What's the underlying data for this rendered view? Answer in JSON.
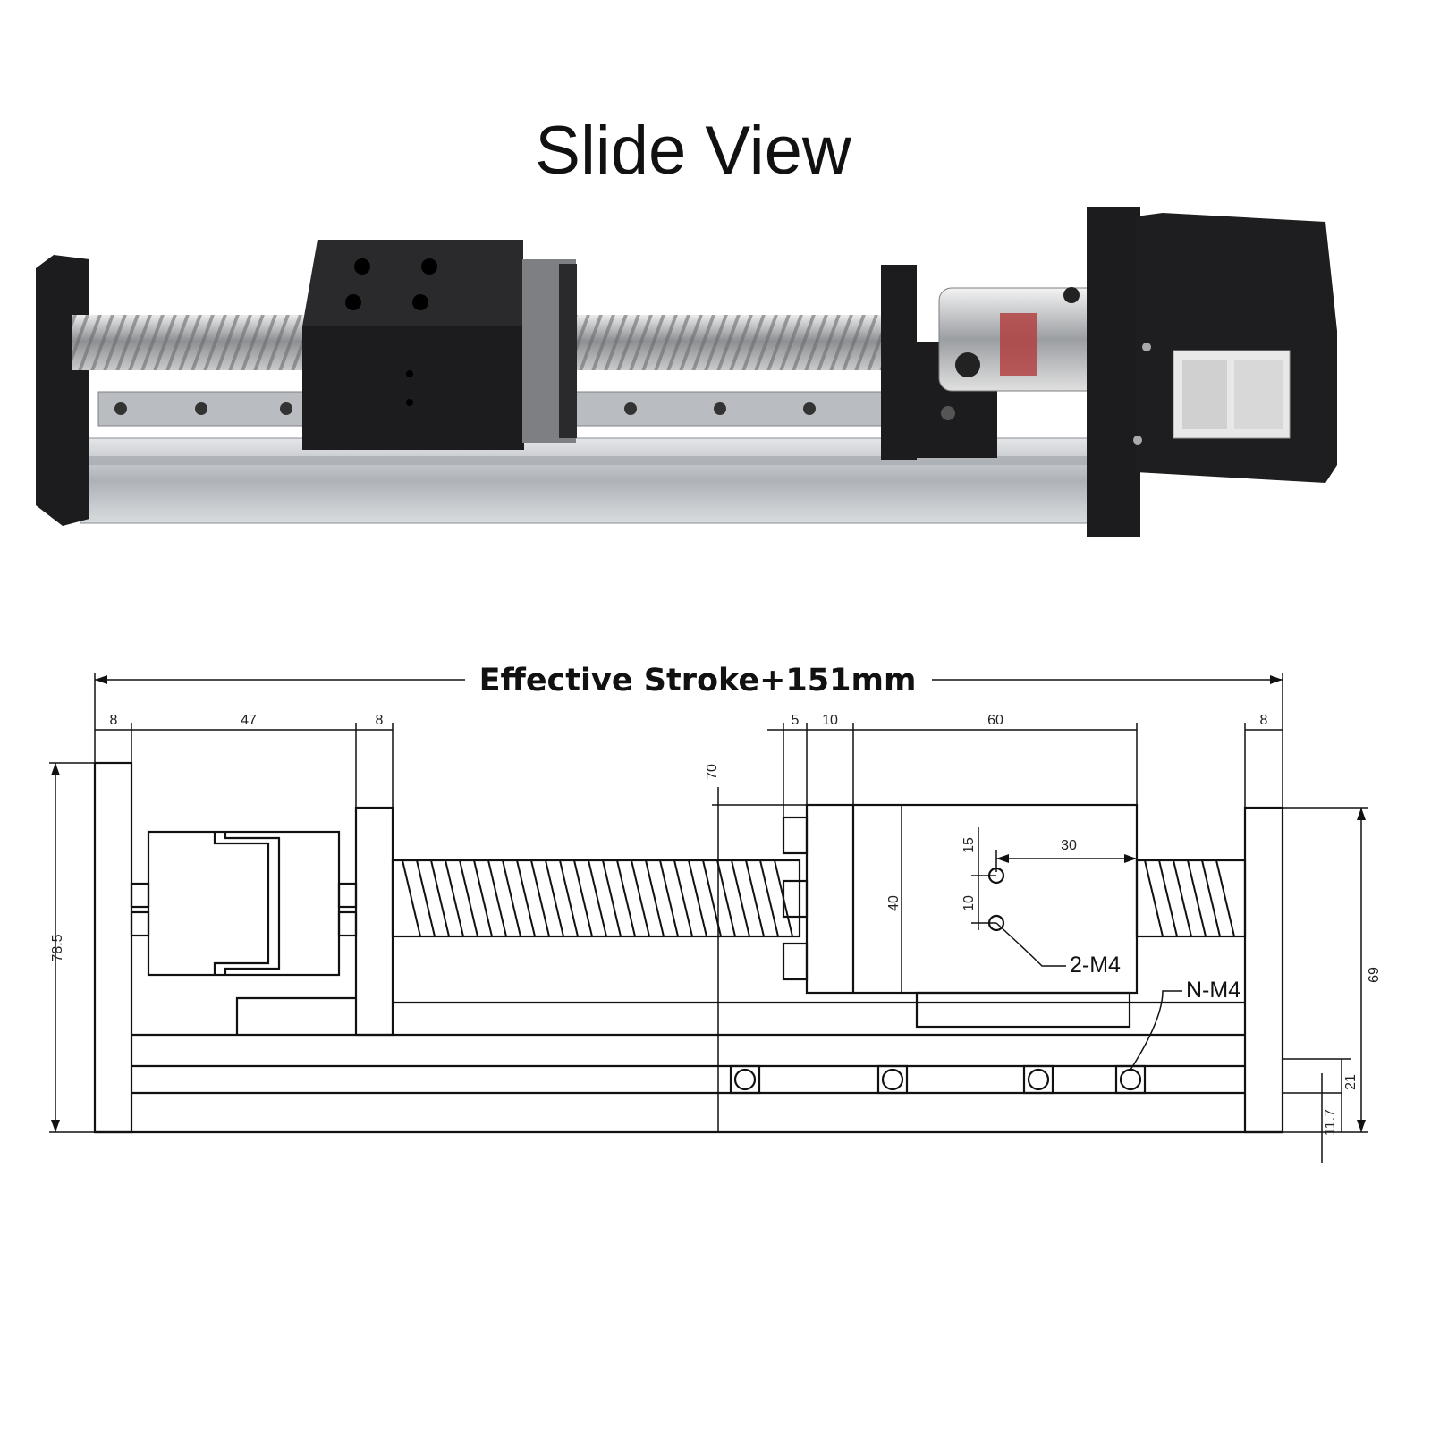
{
  "title": "Slide View",
  "drawing": {
    "stroke_label": "Effective Stroke+151mm",
    "dims": {
      "left_end": "8",
      "motor_mount": "47",
      "mount_plate": "8",
      "gap5": "5",
      "gap10": "10",
      "carriage_length": "60",
      "right_end": "8",
      "height_70": "70",
      "height_78_5": "78.5",
      "carriage_40": "40",
      "hole_15": "15",
      "hole_10": "10",
      "hole_30": "30",
      "height_69": "69",
      "rail_21": "21",
      "rail_11_7": "11.7"
    },
    "labels": {
      "carriage_holes": "2-M4",
      "base_holes": "N-M4"
    }
  },
  "colors": {
    "line": "#111111",
    "aluminum": "#c9ccd0",
    "anodized_black": "#1c1c1e"
  }
}
